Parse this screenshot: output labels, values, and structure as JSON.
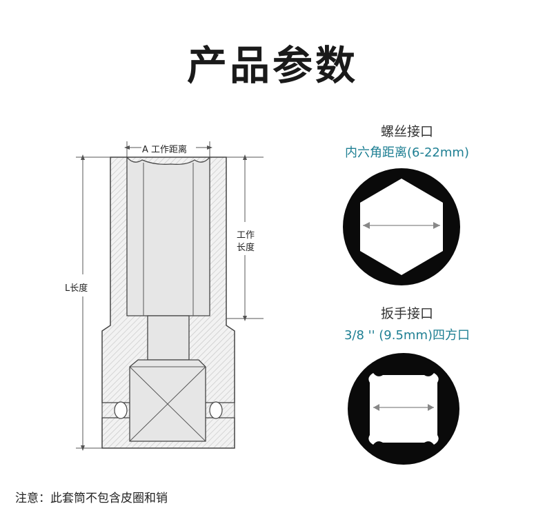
{
  "title": "产品参数",
  "diagram": {
    "label_a": "A 工作距离",
    "label_work_line1": "工作",
    "label_work_line2": "长度",
    "label_length": "L长度"
  },
  "specs": [
    {
      "title": "螺丝接口",
      "value": "内六角距离(6-22mm)",
      "shape": "hexagon"
    },
    {
      "title": "扳手接口",
      "value": "3/8 '' (9.5mm)四方口",
      "shape": "square"
    }
  ],
  "footer": "注意：此套筒不包含皮圈和销",
  "colors": {
    "accent": "#1e7f93",
    "text": "#1a1a1a",
    "line": "#555555"
  }
}
